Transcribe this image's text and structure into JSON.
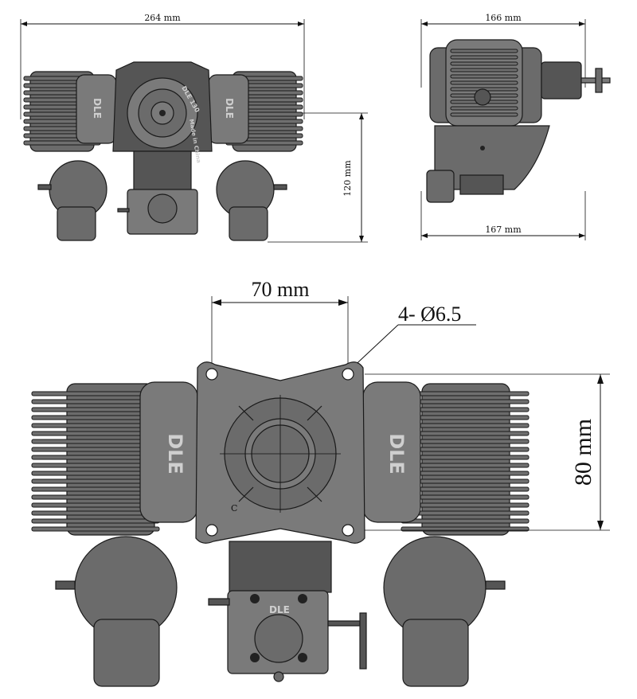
{
  "views": {
    "front_top": {
      "width_label": "264 mm",
      "height_label": "120 mm",
      "logo_left": "DLE",
      "logo_right": "DLE",
      "hub_text": "DLE 130",
      "hub_made": "Made in China"
    },
    "side": {
      "top_label": "166 mm",
      "bottom_label": "167 mm"
    },
    "front_detail": {
      "spacing_label": "70 mm",
      "hole_label": "4- Ø6.5",
      "height_label": "80 mm",
      "logo_left": "DLE",
      "logo_right": "DLE",
      "carb_logo": "DLE",
      "mark_c": "C"
    }
  }
}
